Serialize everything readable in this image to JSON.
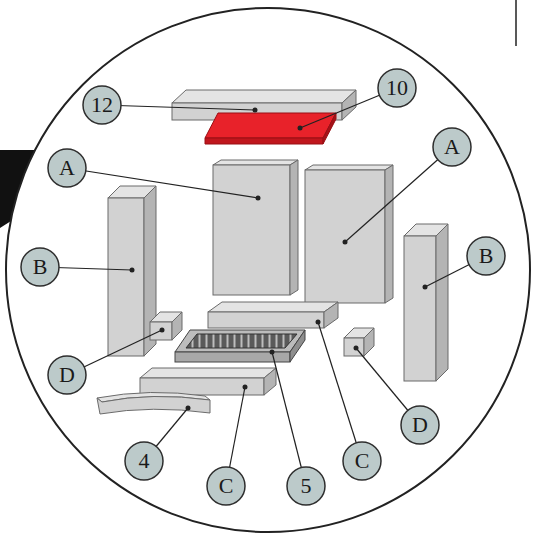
{
  "diagram": {
    "nodes": [
      {
        "text": [
          "12"
        ]
      },
      {
        "text": [
          "10"
        ]
      },
      {
        "text": [
          "A"
        ]
      },
      {
        "text": [
          "A"
        ]
      },
      {
        "text": [
          "B"
        ]
      },
      {
        "text": [
          "B"
        ]
      },
      {
        "text": [
          "D"
        ]
      },
      {
        "text": [
          "D"
        ]
      },
      {
        "text": [
          "4"
        ]
      },
      {
        "text": [
          "C"
        ]
      },
      {
        "text": [
          "5"
        ]
      },
      {
        "text": [
          "C"
        ]
      }
    ]
  }
}
